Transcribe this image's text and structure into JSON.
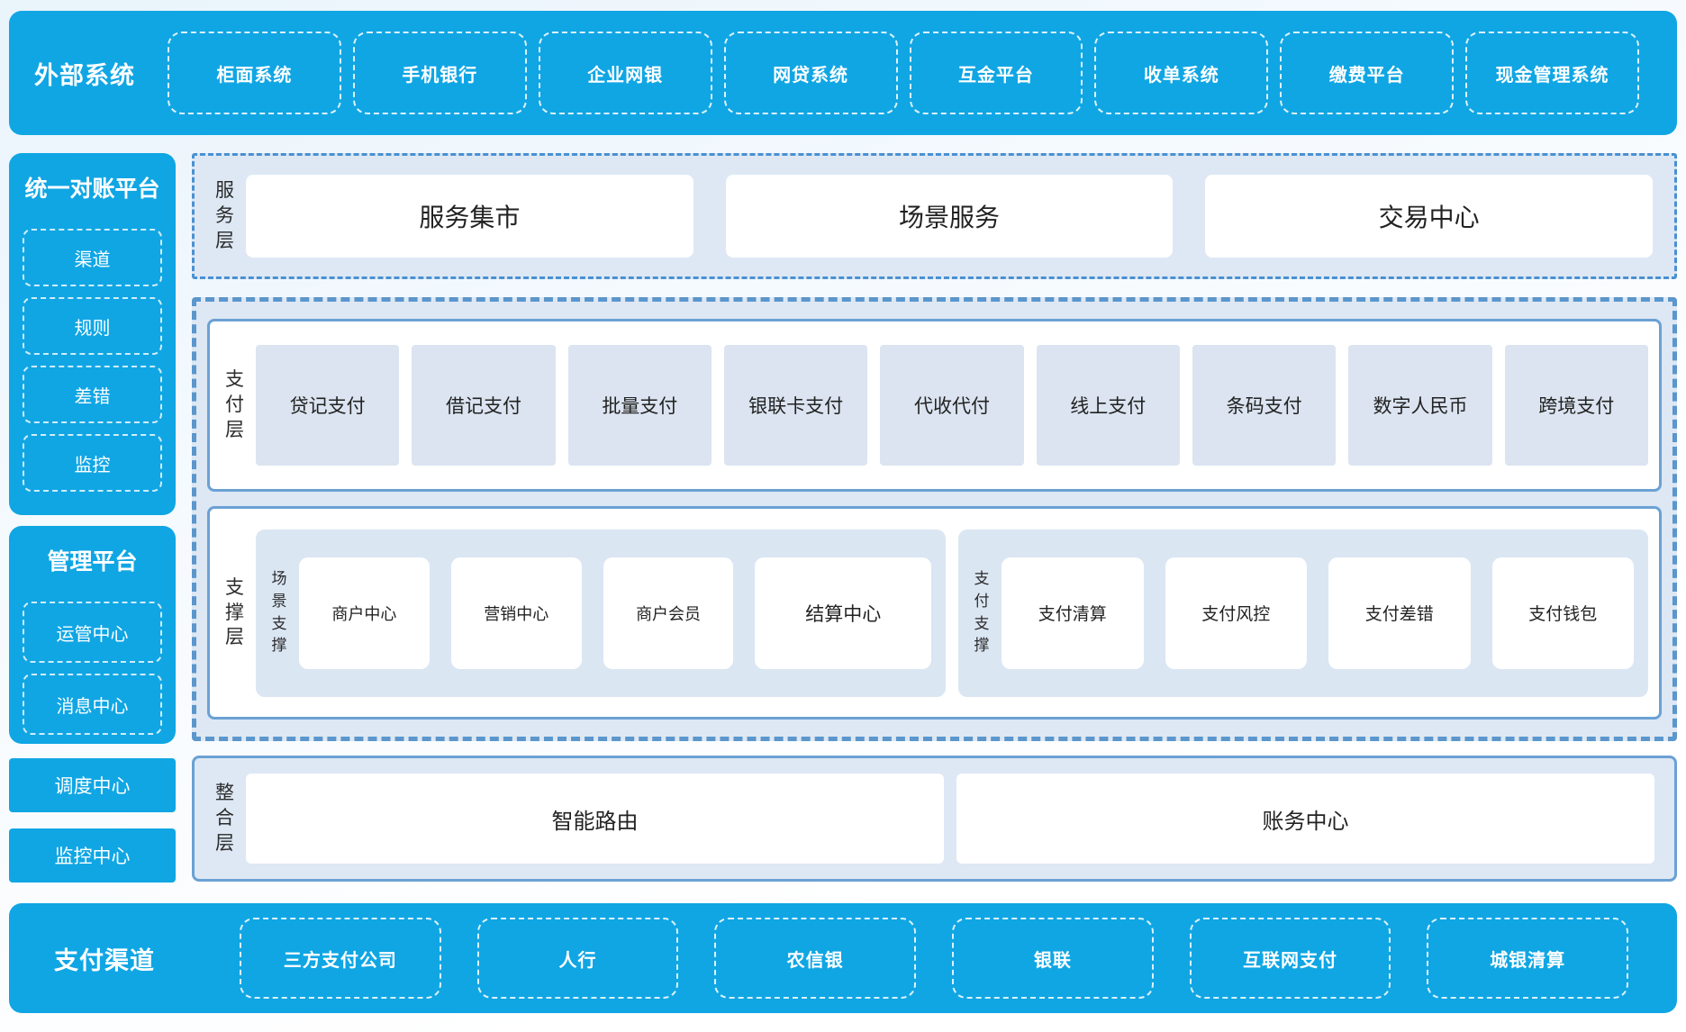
{
  "colors": {
    "brand_blue": "#10a6e4",
    "panel_light_blue": "#dde8f4",
    "tile_light_blue": "#dbe4f0",
    "border_solid_blue": "#6ba1d4",
    "border_dashed_blue": "#5b96cc",
    "text_dark": "#2b2b2b",
    "text_white": "#ffffff"
  },
  "top_bar": {
    "title": "外部系统",
    "items": [
      "柜面系统",
      "手机银行",
      "企业网银",
      "网贷系统",
      "互金平台",
      "收单系统",
      "缴费平台",
      "现金管理系统"
    ]
  },
  "left_column": {
    "reconciliation_platform": {
      "title": "统一对账平台",
      "items": [
        "渠道",
        "规则",
        "差错",
        "监控"
      ]
    },
    "management_platform": {
      "title": "管理平台",
      "items": [
        "运管中心",
        "消息中心"
      ]
    },
    "solo_boxes": [
      "调度中心",
      "监控中心"
    ]
  },
  "service_layer": {
    "label": "服务层",
    "tiles": [
      "服务集市",
      "场景服务",
      "交易中心"
    ]
  },
  "payment_layer": {
    "label": "支付层",
    "tiles": [
      "贷记支付",
      "借记支付",
      "批量支付",
      "银联卡支付",
      "代收代付",
      "线上支付",
      "条码支付",
      "数字人民币",
      "跨境支付"
    ]
  },
  "support_layer": {
    "label": "支撑层",
    "groups": [
      {
        "label": "场景支撑",
        "tiles": [
          "商户中心",
          "营销中心",
          "商户会员",
          "结算中心"
        ]
      },
      {
        "label": "支付支撑",
        "tiles": [
          "支付清算",
          "支付风控",
          "支付差错",
          "支付钱包"
        ]
      }
    ]
  },
  "integration_layer": {
    "label": "整合层",
    "tiles": [
      "智能路由",
      "账务中心"
    ]
  },
  "bottom_bar": {
    "title": "支付渠道",
    "items": [
      "三方支付公司",
      "人行",
      "农信银",
      "银联",
      "互联网支付",
      "城银清算"
    ]
  }
}
